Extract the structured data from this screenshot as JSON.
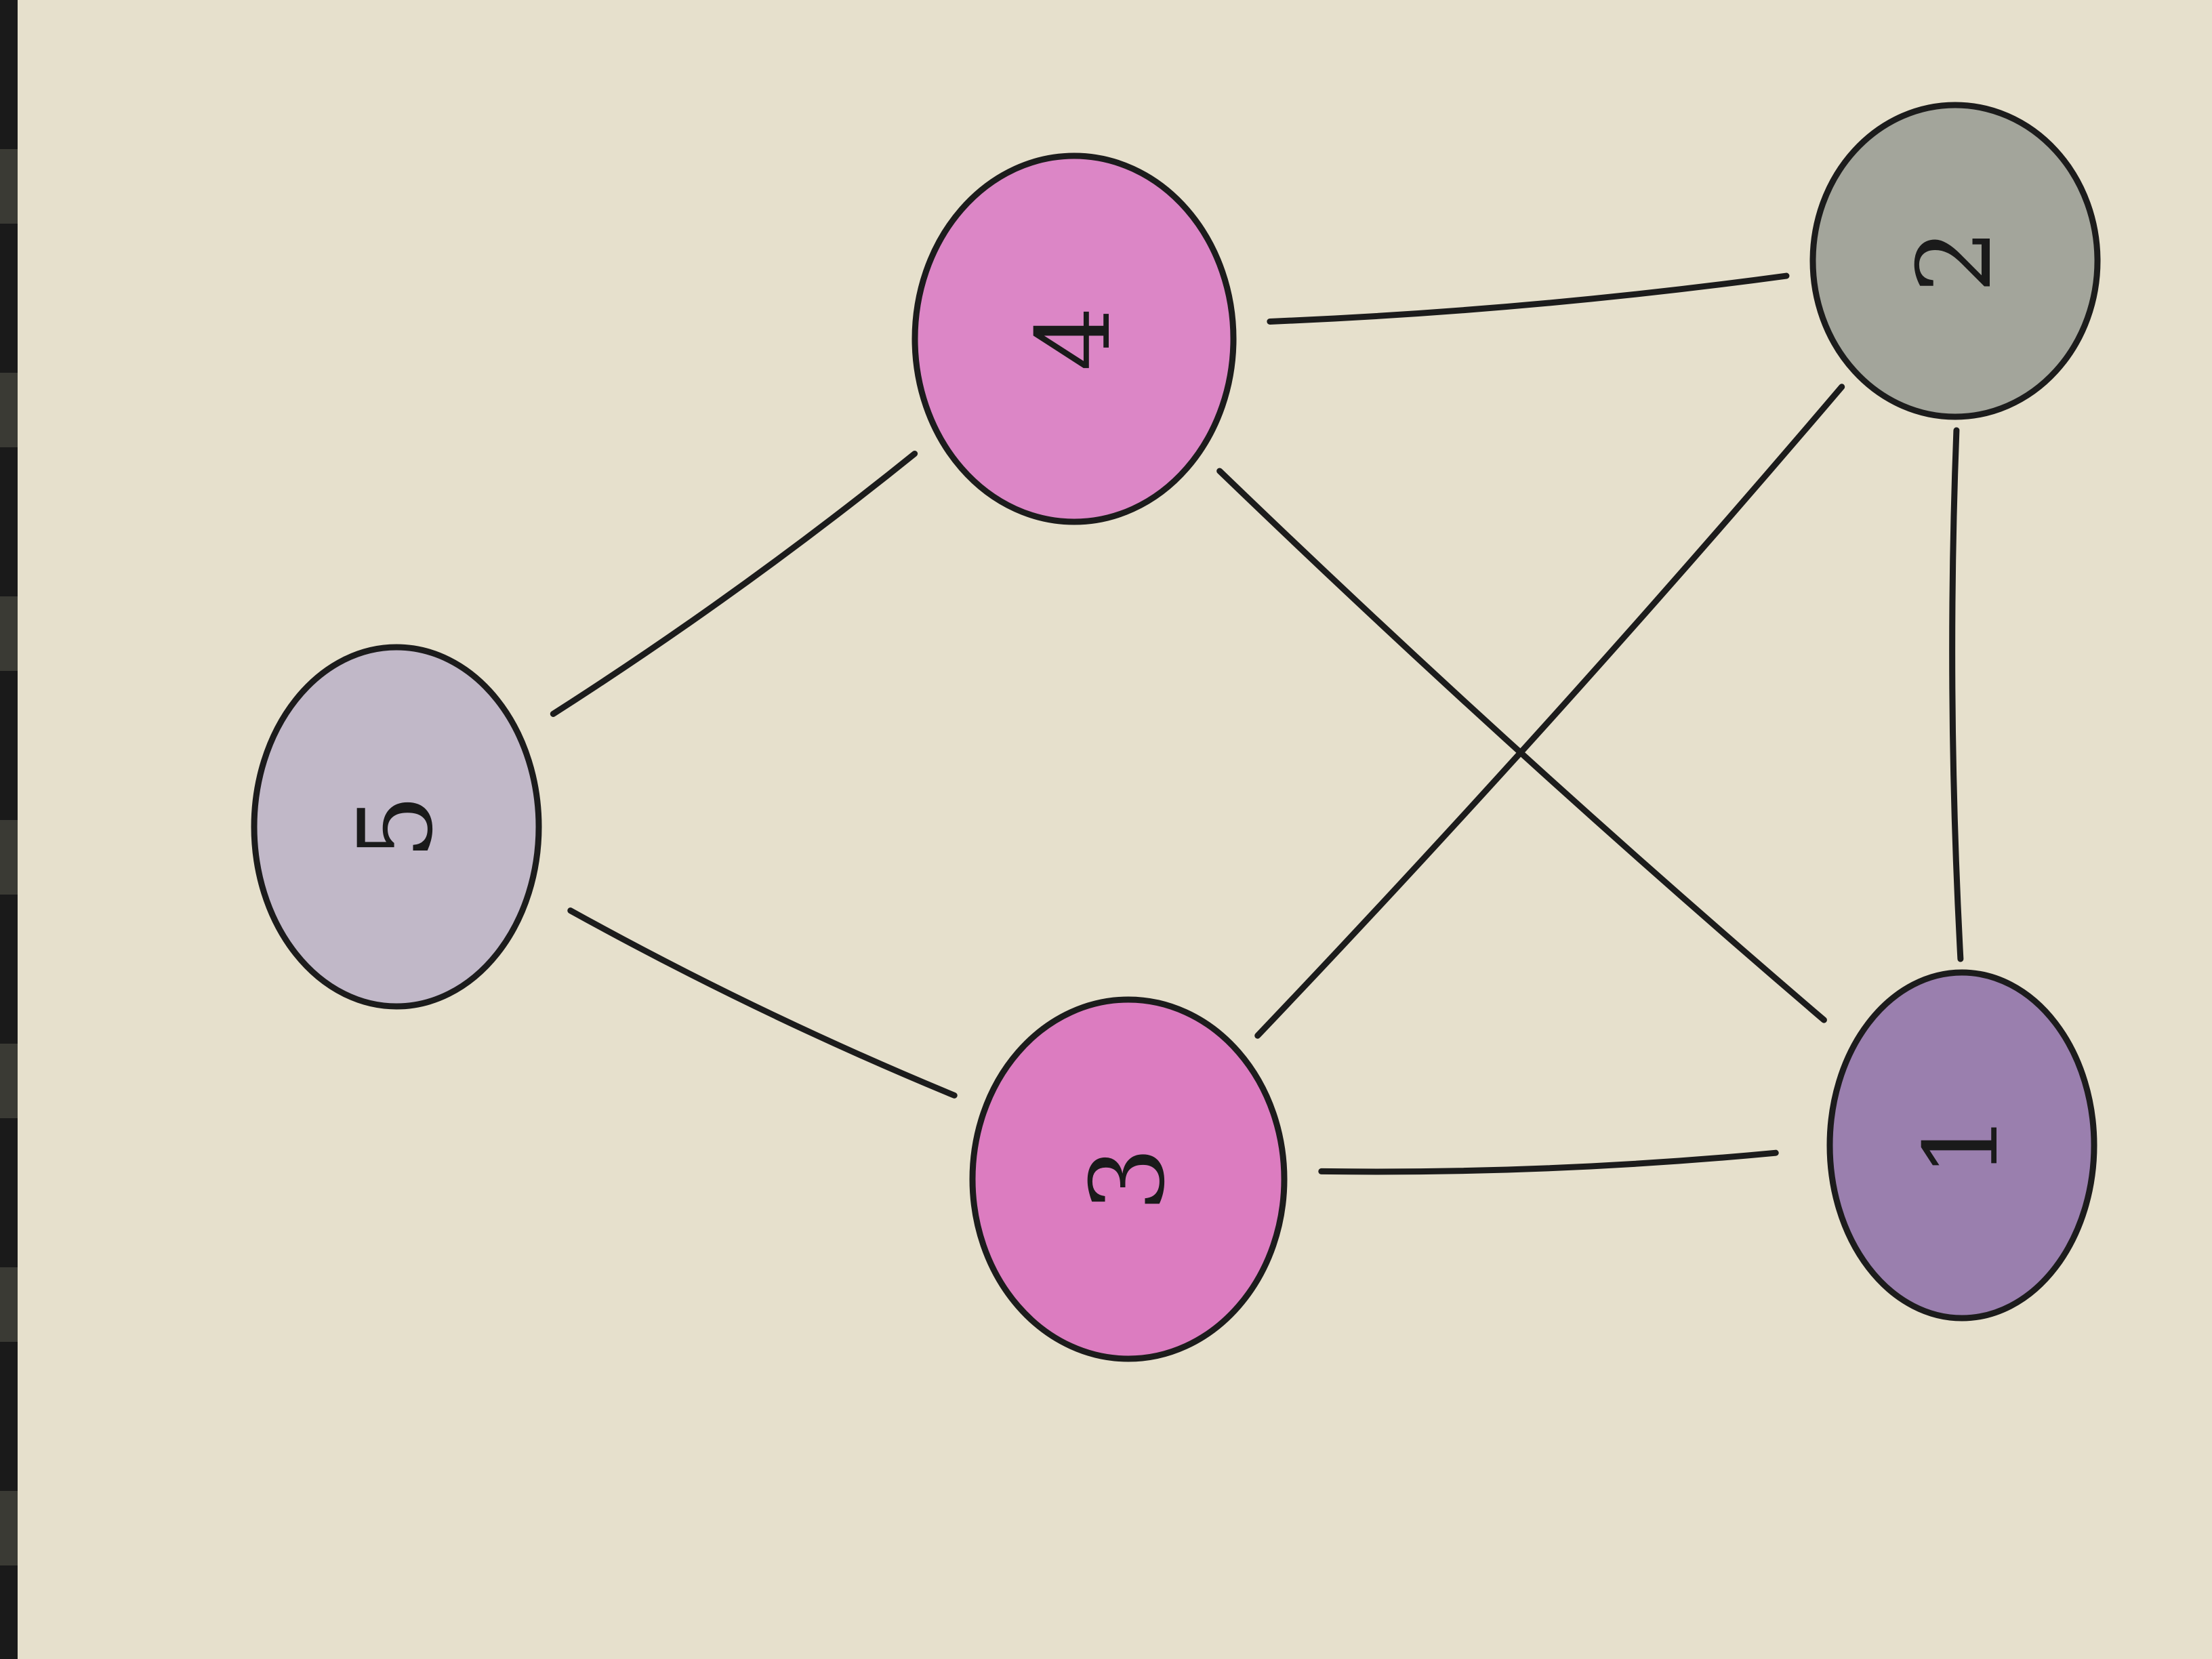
{
  "graph": {
    "nodes": [
      {
        "id": "1",
        "label": "1",
        "fill": "#9a7fae"
      },
      {
        "id": "2",
        "label": "2",
        "fill": "#a3a59b"
      },
      {
        "id": "3",
        "label": "3",
        "fill": "#dc7cc0"
      },
      {
        "id": "4",
        "label": "4",
        "fill": "#dc86c6"
      },
      {
        "id": "5",
        "label": "5",
        "fill": "#c1b8c8"
      }
    ],
    "edges": [
      {
        "from": "5",
        "to": "4"
      },
      {
        "from": "5",
        "to": "3"
      },
      {
        "from": "4",
        "to": "2"
      },
      {
        "from": "4",
        "to": "1"
      },
      {
        "from": "3",
        "to": "2"
      },
      {
        "from": "3",
        "to": "1"
      },
      {
        "from": "2",
        "to": "1"
      }
    ],
    "colors": {
      "paper": "#e6e0cc",
      "ink": "#1c1c1c"
    }
  }
}
